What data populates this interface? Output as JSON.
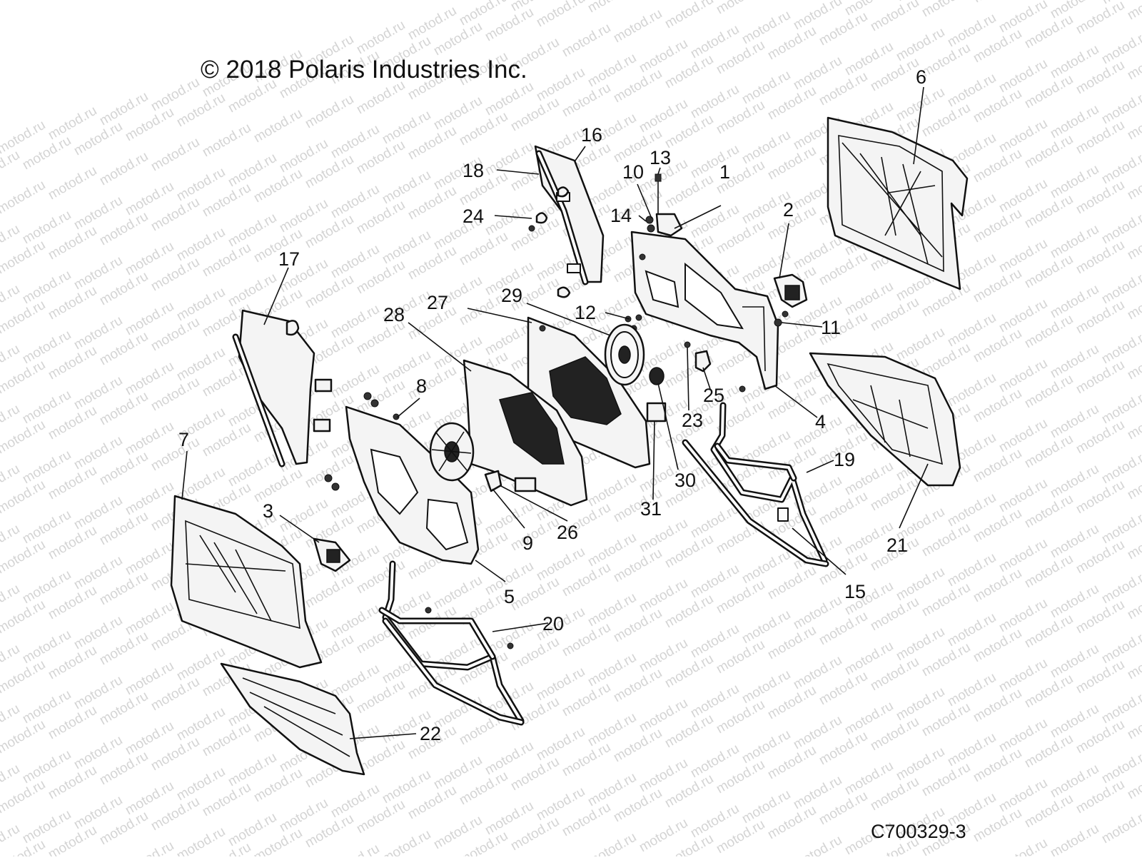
{
  "copyright": "© 2018 Polaris Industries Inc.",
  "drawing_id": "C700329-3",
  "watermark": "motod.ru",
  "callouts": [
    {
      "id": "1",
      "label": "1"
    },
    {
      "id": "2",
      "label": "2"
    },
    {
      "id": "3",
      "label": "3"
    },
    {
      "id": "4",
      "label": "4"
    },
    {
      "id": "5",
      "label": "5"
    },
    {
      "id": "6",
      "label": "6"
    },
    {
      "id": "7",
      "label": "7"
    },
    {
      "id": "8",
      "label": "8"
    },
    {
      "id": "9",
      "label": "9"
    },
    {
      "id": "10",
      "label": "10"
    },
    {
      "id": "11",
      "label": "11"
    },
    {
      "id": "12",
      "label": "12"
    },
    {
      "id": "13",
      "label": "13"
    },
    {
      "id": "14",
      "label": "14"
    },
    {
      "id": "15",
      "label": "15"
    },
    {
      "id": "16",
      "label": "16"
    },
    {
      "id": "17",
      "label": "17"
    },
    {
      "id": "18",
      "label": "18"
    },
    {
      "id": "19",
      "label": "19"
    },
    {
      "id": "20",
      "label": "20"
    },
    {
      "id": "21",
      "label": "21"
    },
    {
      "id": "22",
      "label": "22"
    },
    {
      "id": "23",
      "label": "23"
    },
    {
      "id": "24",
      "label": "24"
    },
    {
      "id": "25",
      "label": "25"
    },
    {
      "id": "26",
      "label": "26"
    },
    {
      "id": "27",
      "label": "27"
    },
    {
      "id": "28",
      "label": "28"
    },
    {
      "id": "29",
      "label": "29"
    },
    {
      "id": "30",
      "label": "30"
    },
    {
      "id": "31",
      "label": "31"
    }
  ],
  "colors": {
    "line": "#111111",
    "fill": "#f4f4f4",
    "watermark": "#d4d4d4",
    "background": "#ffffff"
  }
}
